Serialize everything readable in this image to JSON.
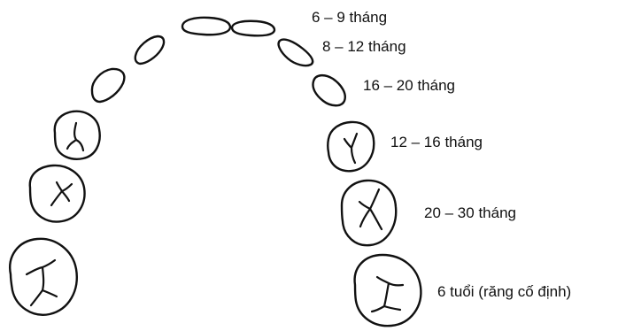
{
  "labels": {
    "central_incisor": "6 – 9 tháng",
    "lateral_incisor": "8 – 12 tháng",
    "canine": "16 – 20 tháng",
    "first_molar": "12 – 16 tháng",
    "second_molar": "20 – 30 tháng",
    "permanent_molar": "6 tuổi (răng cố định)"
  }
}
